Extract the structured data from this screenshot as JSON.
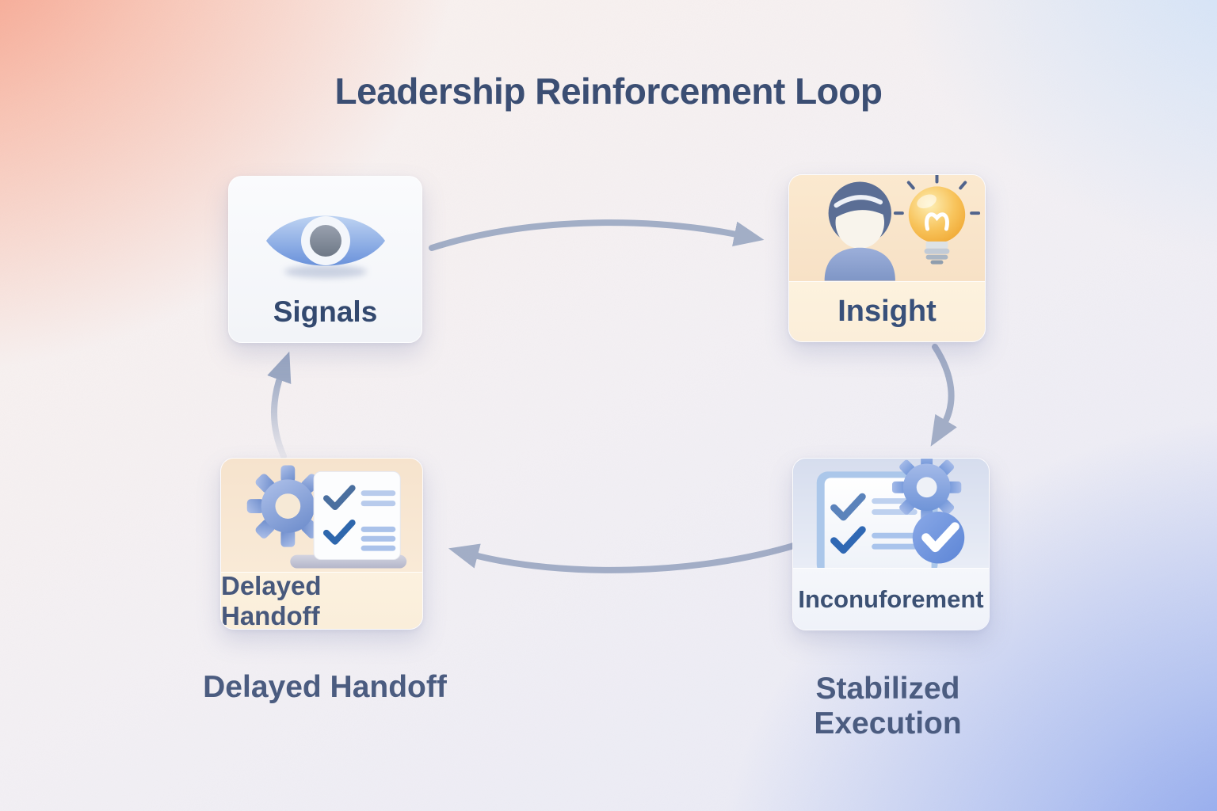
{
  "title": "Leadership Reinforcement Loop",
  "diagram": {
    "type": "cycle",
    "nodes": [
      {
        "id": "signals",
        "label": "Signals",
        "icon": "eye-icon"
      },
      {
        "id": "insight",
        "label": "Insight",
        "icon": "person-lightbulb-icon"
      },
      {
        "id": "execution",
        "label": "Inconuforement",
        "icon": "checklist-gear-check-icon",
        "caption": "Stabilized Execution"
      },
      {
        "id": "handoff",
        "label": "Delayed Handoff",
        "icon": "gear-checklist-icon",
        "caption": "Delayed Handoff"
      }
    ],
    "edges": [
      {
        "from": "signals",
        "to": "insight"
      },
      {
        "from": "insight",
        "to": "execution"
      },
      {
        "from": "execution",
        "to": "handoff"
      },
      {
        "from": "handoff",
        "to": "signals"
      }
    ]
  },
  "colors": {
    "title_text": "#3b4e73",
    "node_label_text": "#35496e",
    "caption_text": "#4b5c80",
    "arrow": "#9aa7c2",
    "peach_card": "#fbeeda",
    "blue_card": "#eff2f9",
    "accent_blue": "#7b9ad9",
    "bulb_yellow": "#f5b945",
    "bg_top_left": "#f8a894",
    "bg_bottom_right": "#8fa9ed"
  }
}
